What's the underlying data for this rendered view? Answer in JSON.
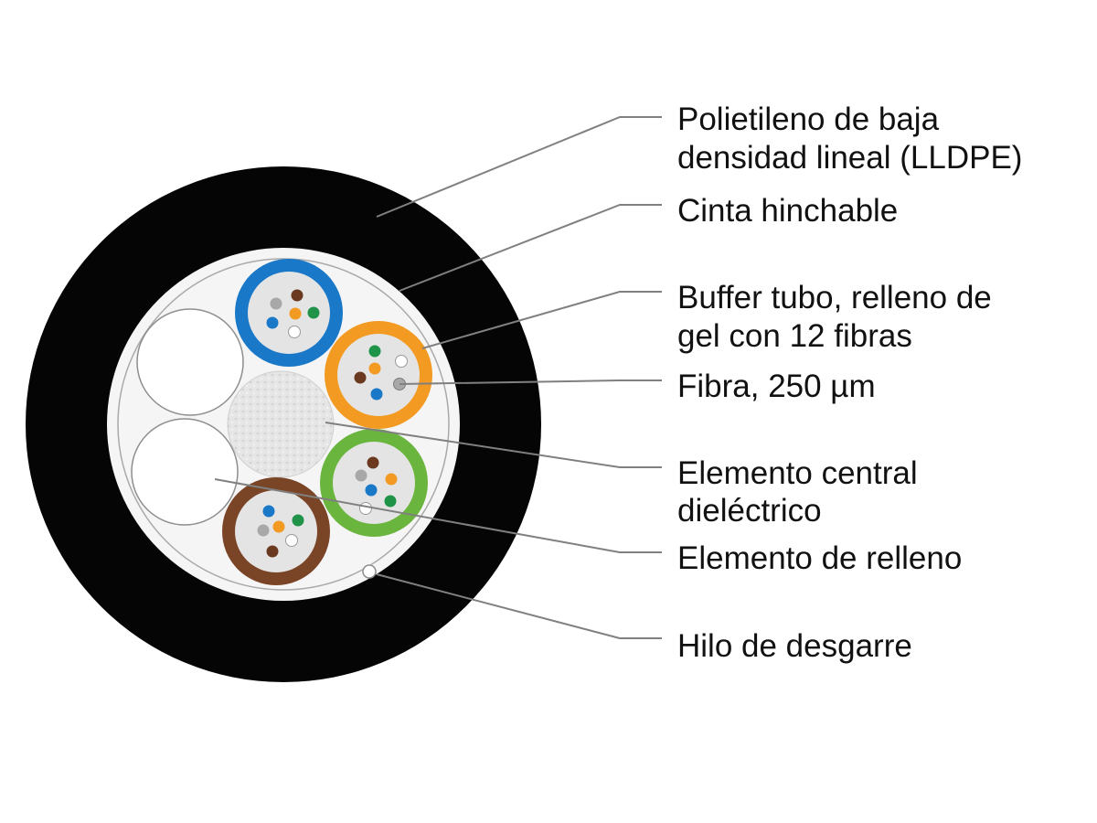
{
  "labels": {
    "lldpe": {
      "line1": "Polietileno de baja",
      "line2": "densidad lineal (LLDPE)"
    },
    "tape": "Cinta hinchable",
    "tube": {
      "line1": "Buffer tubo, relleno de",
      "line2": "gel con 12 fibras"
    },
    "fiber": "Fibra, 250 µm",
    "central": {
      "line1": "Elemento central",
      "line2": "dieléctrico"
    },
    "filler": "Elemento de relleno",
    "ripcord": "Hilo de desgarre"
  },
  "colors": {
    "jacket": "#050505",
    "inner": "#f5f5f5",
    "tape_edge": "#a9a9a9",
    "leader": "#808080",
    "tube_blue": "#1a78c8",
    "tube_orange": "#f39a22",
    "tube_green": "#6ab53e",
    "tube_brown": "#7a4427",
    "gel": "#e4e4e4",
    "central_member": "#e6e6e6"
  },
  "fiber_colors": {
    "brown": "#6a3920",
    "grey": "#a8a8a8",
    "orange": "#f39a22",
    "green": "#1f9448",
    "blue": "#1a78c8",
    "white": "#ffffff"
  }
}
